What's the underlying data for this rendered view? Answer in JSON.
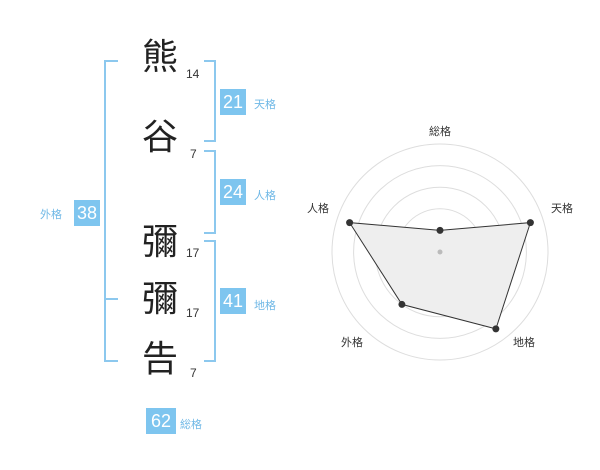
{
  "name_chars": [
    {
      "char": "熊",
      "strokes": "14"
    },
    {
      "char": "谷",
      "strokes": "7"
    },
    {
      "char": "彌",
      "strokes": "17"
    },
    {
      "char": "彌",
      "strokes": "17"
    },
    {
      "char": "告",
      "strokes": "7"
    }
  ],
  "fortunes": {
    "tenkaku": {
      "value": "21",
      "label": "天格"
    },
    "jinkaku": {
      "value": "24",
      "label": "人格"
    },
    "chikaku": {
      "value": "41",
      "label": "地格"
    },
    "gaikaku": {
      "value": "38",
      "label": "外格"
    },
    "soukaku": {
      "value": "62",
      "label": "総格"
    }
  },
  "colors": {
    "accent": "#7ec5ef",
    "bracket": "#8cc8ee",
    "radar_fill": "#eeeeee",
    "point": "#333333"
  },
  "chart_data": {
    "type": "radar",
    "axes": [
      "総格",
      "天格",
      "地格",
      "外格",
      "人格"
    ],
    "values": [
      0.2,
      0.88,
      0.88,
      0.6,
      0.88
    ],
    "rings": 5
  }
}
